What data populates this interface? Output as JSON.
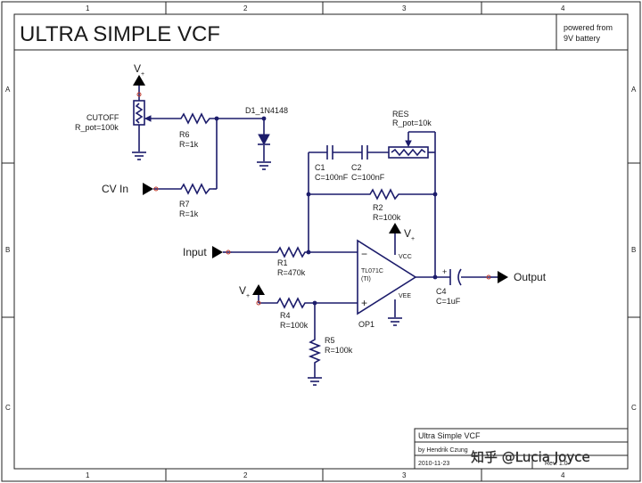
{
  "title": "ULTRA SIMPLE VCF",
  "power_note": [
    "powered from",
    "9V battery"
  ],
  "grid": {
    "columns": [
      "1",
      "2",
      "3",
      "4"
    ],
    "rows": [
      "A",
      "B",
      "C"
    ]
  },
  "nets": {
    "vplus_symbol": "V",
    "vplus_sub": "+",
    "cv_in": "CV In",
    "input": "Input",
    "output": "Output"
  },
  "components": {
    "cutoff": {
      "name": "CUTOFF",
      "value": "R_pot=100k"
    },
    "r6": {
      "name": "R6",
      "value": "R=1k"
    },
    "r7": {
      "name": "R7",
      "value": "R=1k"
    },
    "d1": {
      "name": "D1_1N4148"
    },
    "c1": {
      "name": "C1",
      "value": "C=100nF"
    },
    "c2": {
      "name": "C2",
      "value": "C=100nF"
    },
    "res": {
      "name": "RES",
      "value": "R_pot=10k"
    },
    "r2": {
      "name": "R2",
      "value": "R=100k"
    },
    "r1": {
      "name": "R1",
      "value": "R=470k"
    },
    "r4": {
      "name": "R4",
      "value": "R=100k"
    },
    "r5": {
      "name": "R5",
      "value": "R=100k"
    },
    "c4": {
      "name": "C4",
      "value": "C=1uF",
      "polarity": "+"
    },
    "op1": {
      "name": "OP1",
      "part": "TL071C",
      "vendor": "(TI)",
      "vcc": "VCC",
      "vee": "VEE",
      "minus": "−",
      "plus": "+"
    }
  },
  "title_block": {
    "name": "Ultra Simple VCF",
    "author": "by Hendrik Czung",
    "date": "2010-11-23",
    "rev": "Rev. 1.0"
  },
  "watermark": "知乎 @Lucia Joyce",
  "colors": {
    "wire": "#1c1c6b",
    "pin": "#c0392b",
    "frame": "#222222"
  }
}
